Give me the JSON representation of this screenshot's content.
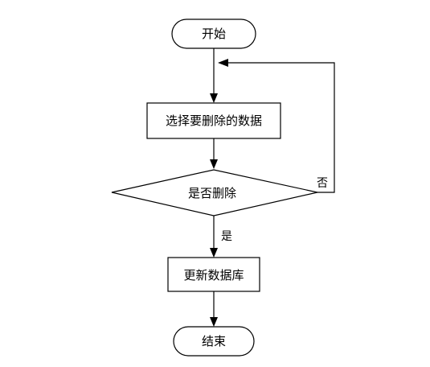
{
  "flowchart": {
    "start": "开始",
    "select_data": "选择要删除的数据",
    "decision": "是否删除",
    "update_db": "更新数据库",
    "end": "结束",
    "yes_label": "是",
    "no_label": "否"
  }
}
